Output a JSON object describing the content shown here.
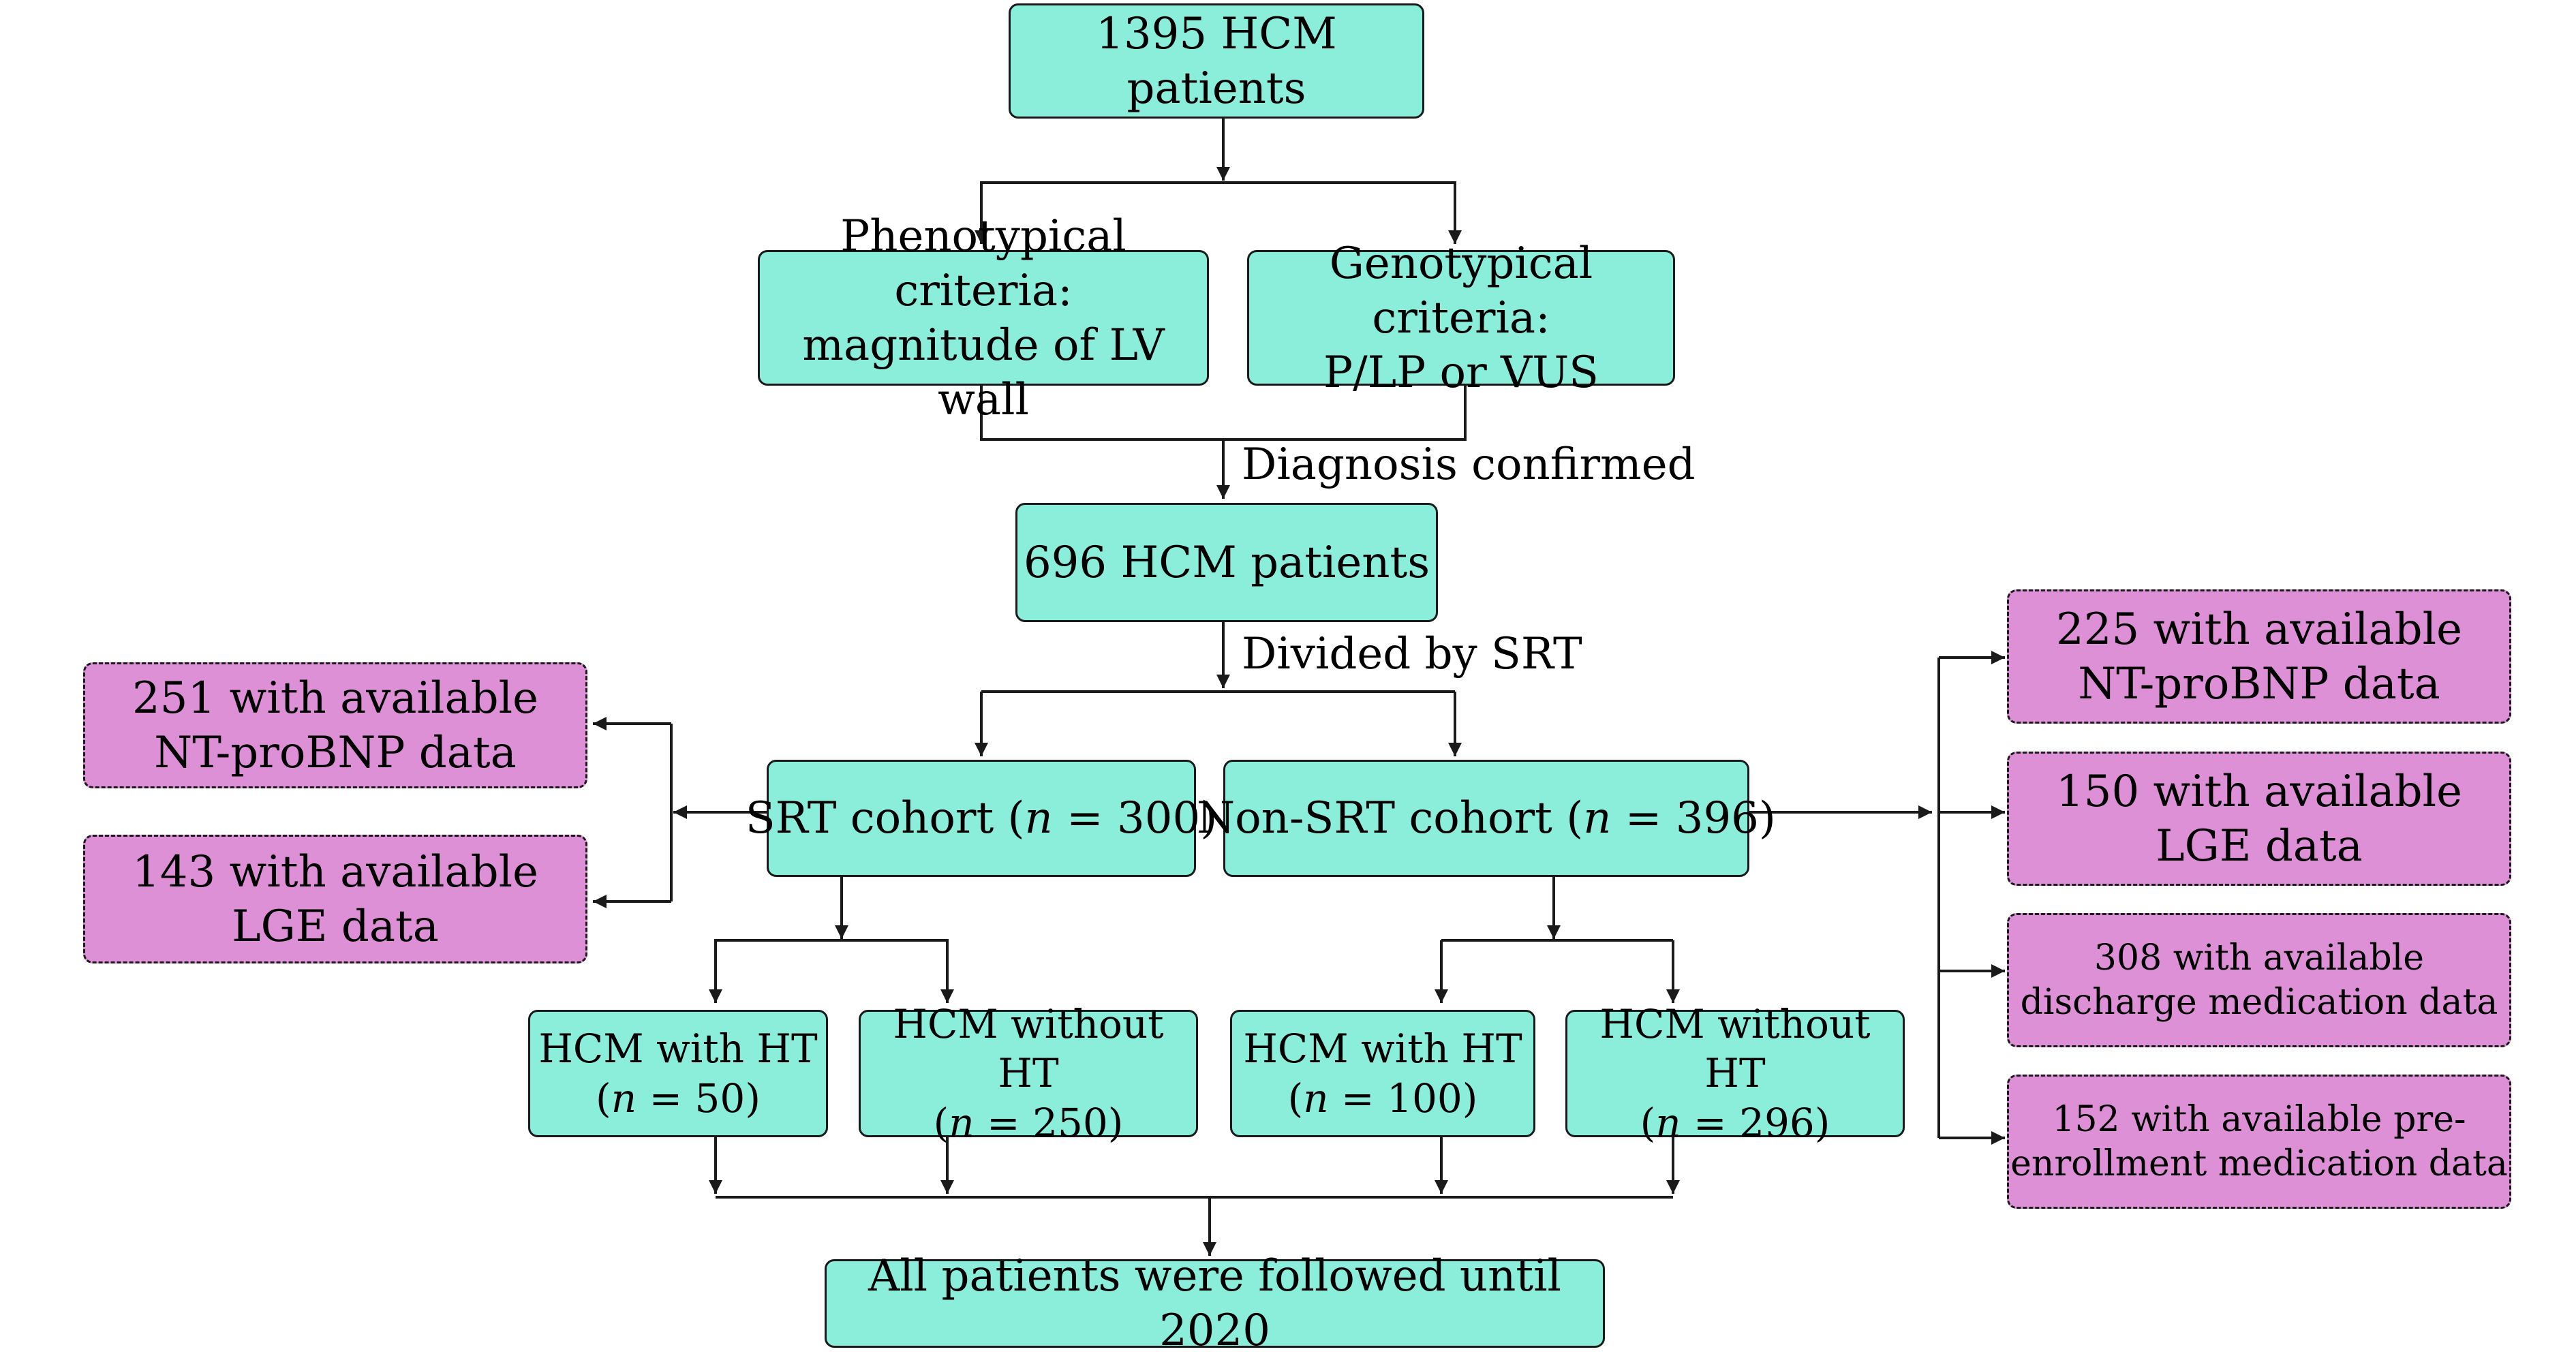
{
  "colors": {
    "box_fill": "#8aeeda",
    "data_fill": "#de90d6",
    "stroke": "#1a1a1a"
  },
  "top": {
    "label": "1395 HCM patients"
  },
  "criteria": {
    "pheno": {
      "line1": "Phenotypical criteria:",
      "line2": "magnitude of LV wall"
    },
    "geno": {
      "line1": "Genotypical criteria:",
      "line2": "P/LP or VUS"
    }
  },
  "edge_diagnosis": "Diagnosis confirmed",
  "mid": {
    "label": "696 HCM patients"
  },
  "edge_divided": "Divided by SRT",
  "srt": {
    "prefix": "SRT cohort (",
    "n": "n",
    "suffix": " = 300)"
  },
  "nonsrt": {
    "prefix": "Non-SRT cohort (",
    "n": "n",
    "suffix": " = 396)"
  },
  "left_data": [
    {
      "line1": "251 with available",
      "line2": "NT-proBNP data"
    },
    {
      "line1": "143 with available",
      "line2": "LGE data"
    }
  ],
  "right_data": [
    {
      "line1": "225 with available",
      "line2": "NT-proBNP data"
    },
    {
      "line1": "150 with available",
      "line2": "LGE data"
    },
    {
      "line1": "308 with available",
      "line2": "discharge medication data"
    },
    {
      "line1": "152 with available pre-",
      "line2": "enrollment medication data"
    }
  ],
  "subgroups": [
    {
      "line1": "HCM with HT",
      "open": "(",
      "n": "n",
      "close": " = 50)"
    },
    {
      "line1": "HCM without HT",
      "open": "(",
      "n": "n",
      "close": " = 250)"
    },
    {
      "line1": "HCM with HT",
      "open": "(",
      "n": "n",
      "close": " = 100)"
    },
    {
      "line1": "HCM without HT",
      "open": "(",
      "n": "n",
      "close": " = 296)"
    }
  ],
  "bottom": {
    "label": "All patients were followed until 2020"
  }
}
